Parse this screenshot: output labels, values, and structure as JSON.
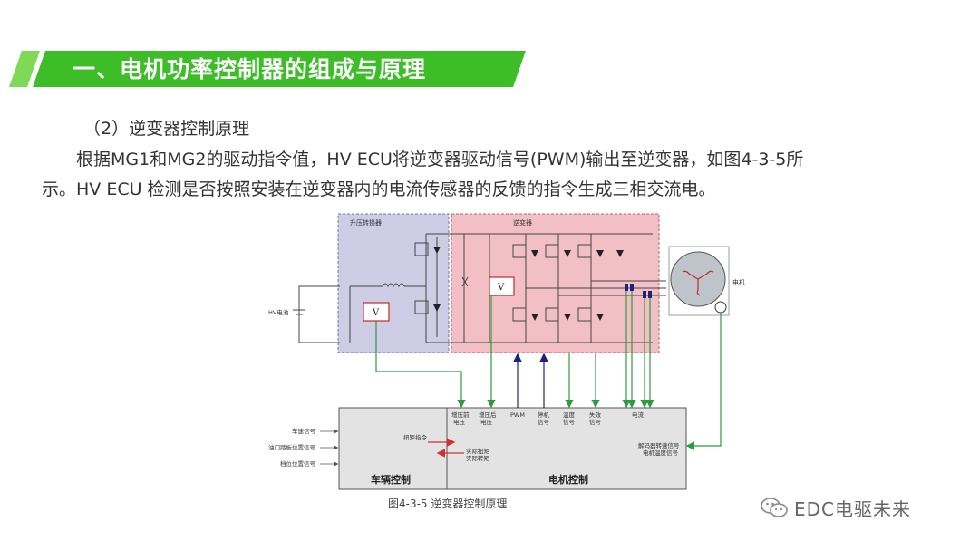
{
  "slide": {
    "title": "一、电机功率控制器的组成与原理",
    "subheading": "（2）逆变器控制原理",
    "paragraph_line1": "根据MG1和MG2的驱动指令值，HV  ECU将逆变器驱动信号(PWM)输出至逆变器，如图4-3-5所",
    "paragraph_line2": "示。HV ECU 检测是否按照安装在逆变器内的电流传感器的反馈的指令生成三相交流电。"
  },
  "diagram": {
    "caption": "图4-3-5 逆变器控制原理",
    "boost_converter_label": "升压转换器",
    "inverter_label": "逆变器",
    "battery_label": "HV电池",
    "motor_label": "电机",
    "voltage_symbol": "V",
    "ecu_vehicle_label": "车辆控制",
    "ecu_motor_label": "电机控制",
    "inputs": [
      "车速信号",
      "油门踏板位置信号",
      "档位位置信号"
    ],
    "ecu_top_labels": [
      [
        "增压前",
        "电压"
      ],
      [
        "增压后",
        "电压"
      ],
      [
        "PWM"
      ],
      [
        "停机",
        "信号"
      ],
      [
        "温度",
        "信号"
      ],
      [
        "失效",
        "信号"
      ],
      [
        "电流"
      ]
    ],
    "torque_command": "扭矩指令",
    "actual_torque": [
      "实际扭矩",
      "实际转矩"
    ],
    "resolver_labels": [
      "解码器转速信号",
      "电机温度信号"
    ]
  },
  "watermark": {
    "text": "EDC电驱未来",
    "icon": "wechat-icon"
  },
  "colors": {
    "banner_green": "#3DBE29",
    "banner_light": "#7ED957",
    "boost_fill": "#CFCCE6",
    "inverter_fill": "#F2C0C4",
    "ecu_fill": "#E3E3E3",
    "signal_green": "#2E9B3F",
    "signal_blue": "#1A237E",
    "signal_red": "#D32F2F"
  }
}
